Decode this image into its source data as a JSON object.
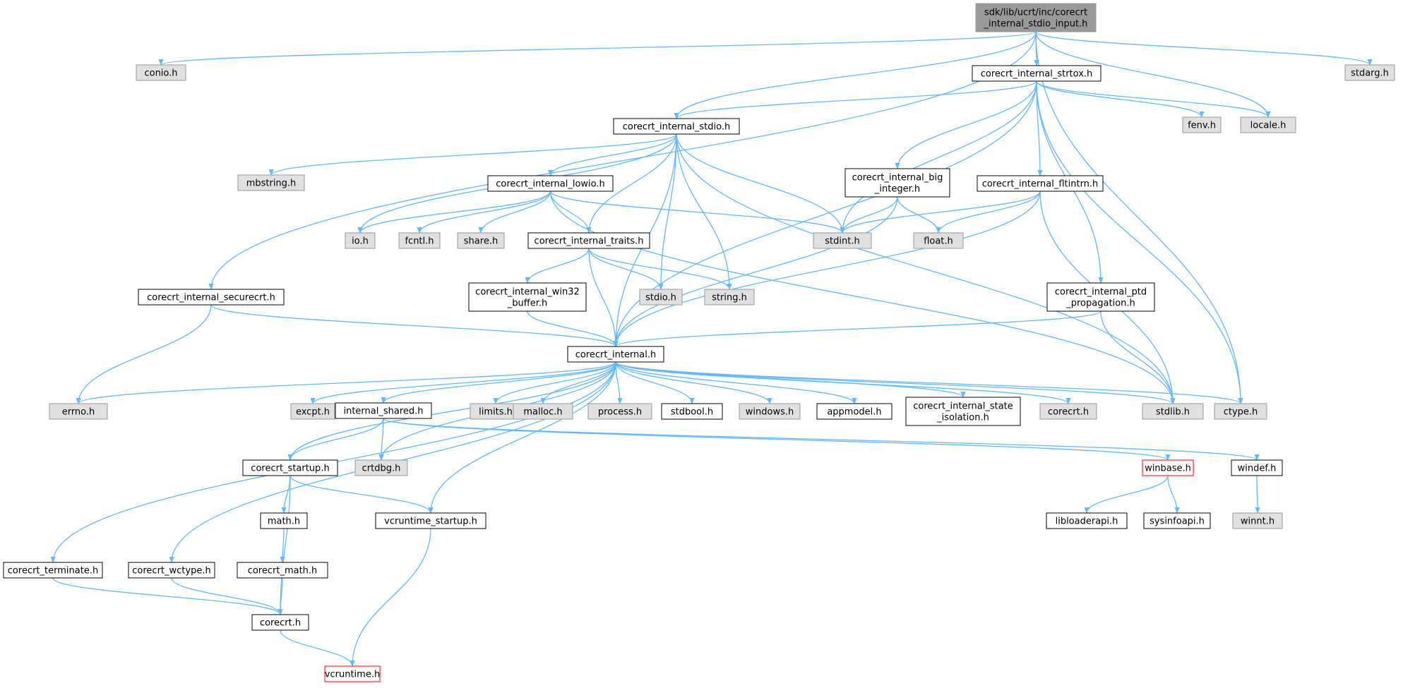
{
  "colors": {
    "edge": "#63b8ff",
    "external_fill": "#e0e0e0",
    "external_border": "#999999",
    "normal_fill": "#ffffff",
    "normal_border": "#000000",
    "root_fill": "#999999",
    "missing_border": "#ff0000"
  },
  "nodes": [
    {
      "id": "root",
      "label": [
        "sdk/lib/ucrt/inc/corecrt",
        "_internal_stdio_input.h"
      ],
      "kind": "root"
    },
    {
      "id": "conio",
      "label": [
        "conio.h"
      ],
      "kind": "external"
    },
    {
      "id": "strtox",
      "label": [
        "corecrt_internal_strtox.h"
      ],
      "kind": "normal"
    },
    {
      "id": "stdarg",
      "label": [
        "stdarg.h"
      ],
      "kind": "external"
    },
    {
      "id": "stdio_int",
      "label": [
        "corecrt_internal_stdio.h"
      ],
      "kind": "normal"
    },
    {
      "id": "fenv",
      "label": [
        "fenv.h"
      ],
      "kind": "external"
    },
    {
      "id": "locale",
      "label": [
        "locale.h"
      ],
      "kind": "external"
    },
    {
      "id": "mbstring",
      "label": [
        "mbstring.h"
      ],
      "kind": "external"
    },
    {
      "id": "lowio",
      "label": [
        "corecrt_internal_lowio.h"
      ],
      "kind": "normal"
    },
    {
      "id": "big_integer",
      "label": [
        "corecrt_internal_big",
        "_integer.h"
      ],
      "kind": "normal"
    },
    {
      "id": "fltintrn",
      "label": [
        "corecrt_internal_fltintrn.h"
      ],
      "kind": "normal"
    },
    {
      "id": "io",
      "label": [
        "io.h"
      ],
      "kind": "external"
    },
    {
      "id": "fcntl",
      "label": [
        "fcntl.h"
      ],
      "kind": "external"
    },
    {
      "id": "share",
      "label": [
        "share.h"
      ],
      "kind": "external"
    },
    {
      "id": "traits",
      "label": [
        "corecrt_internal_traits.h"
      ],
      "kind": "normal"
    },
    {
      "id": "stdint",
      "label": [
        "stdint.h"
      ],
      "kind": "external"
    },
    {
      "id": "float",
      "label": [
        "float.h"
      ],
      "kind": "external"
    },
    {
      "id": "securecrt",
      "label": [
        "corecrt_internal_securecrt.h"
      ],
      "kind": "normal"
    },
    {
      "id": "win32buf",
      "label": [
        "corecrt_internal_win32",
        "_buffer.h"
      ],
      "kind": "normal"
    },
    {
      "id": "stdio",
      "label": [
        "stdio.h"
      ],
      "kind": "external"
    },
    {
      "id": "string",
      "label": [
        "string.h"
      ],
      "kind": "external"
    },
    {
      "id": "ptd",
      "label": [
        "corecrt_internal_ptd",
        "_propagation.h"
      ],
      "kind": "normal"
    },
    {
      "id": "internal",
      "label": [
        "corecrt_internal.h"
      ],
      "kind": "normal"
    },
    {
      "id": "errno",
      "label": [
        "errno.h"
      ],
      "kind": "external"
    },
    {
      "id": "excpt",
      "label": [
        "excpt.h"
      ],
      "kind": "external"
    },
    {
      "id": "shared",
      "label": [
        "internal_shared.h"
      ],
      "kind": "normal"
    },
    {
      "id": "limits",
      "label": [
        "limits.h"
      ],
      "kind": "external"
    },
    {
      "id": "malloc",
      "label": [
        "malloc.h"
      ],
      "kind": "external"
    },
    {
      "id": "process",
      "label": [
        "process.h"
      ],
      "kind": "external"
    },
    {
      "id": "stdbool",
      "label": [
        "stdbool.h"
      ],
      "kind": "normal"
    },
    {
      "id": "windows",
      "label": [
        "windows.h"
      ],
      "kind": "external"
    },
    {
      "id": "appmodel",
      "label": [
        "appmodel.h"
      ],
      "kind": "normal"
    },
    {
      "id": "state_iso",
      "label": [
        "corecrt_internal_state",
        "_isolation.h"
      ],
      "kind": "normal"
    },
    {
      "id": "corecrt_ext",
      "label": [
        "corecrt.h"
      ],
      "kind": "external"
    },
    {
      "id": "stdlib",
      "label": [
        "stdlib.h"
      ],
      "kind": "external"
    },
    {
      "id": "ctype",
      "label": [
        "ctype.h"
      ],
      "kind": "external"
    },
    {
      "id": "startup",
      "label": [
        "corecrt_startup.h"
      ],
      "kind": "normal"
    },
    {
      "id": "crtdbg",
      "label": [
        "crtdbg.h"
      ],
      "kind": "external"
    },
    {
      "id": "winbase",
      "label": [
        "winbase.h"
      ],
      "kind": "missing"
    },
    {
      "id": "windef",
      "label": [
        "windef.h"
      ],
      "kind": "normal"
    },
    {
      "id": "math",
      "label": [
        "math.h"
      ],
      "kind": "normal"
    },
    {
      "id": "vcr_startup",
      "label": [
        "vcruntime_startup.h"
      ],
      "kind": "normal"
    },
    {
      "id": "libloader",
      "label": [
        "libloaderapi.h"
      ],
      "kind": "normal"
    },
    {
      "id": "sysinfo",
      "label": [
        "sysinfoapi.h"
      ],
      "kind": "normal"
    },
    {
      "id": "winnt",
      "label": [
        "winnt.h"
      ],
      "kind": "external"
    },
    {
      "id": "terminate",
      "label": [
        "corecrt_terminate.h"
      ],
      "kind": "normal"
    },
    {
      "id": "wctype",
      "label": [
        "corecrt_wctype.h"
      ],
      "kind": "normal"
    },
    {
      "id": "cmath",
      "label": [
        "corecrt_math.h"
      ],
      "kind": "normal"
    },
    {
      "id": "corecrt",
      "label": [
        "corecrt.h"
      ],
      "kind": "normal"
    },
    {
      "id": "vcruntime",
      "label": [
        "vcruntime.h"
      ],
      "kind": "missing"
    }
  ],
  "edges": [
    [
      "root",
      "conio"
    ],
    [
      "root",
      "strtox"
    ],
    [
      "root",
      "stdarg"
    ],
    [
      "root",
      "stdio_int"
    ],
    [
      "root",
      "locale"
    ],
    [
      "root",
      "securecrt"
    ],
    [
      "root",
      "ctype"
    ],
    [
      "strtox",
      "stdio_int"
    ],
    [
      "strtox",
      "fenv"
    ],
    [
      "strtox",
      "locale"
    ],
    [
      "strtox",
      "big_integer"
    ],
    [
      "strtox",
      "fltintrn"
    ],
    [
      "strtox",
      "stdint"
    ],
    [
      "strtox",
      "internal"
    ],
    [
      "strtox",
      "ptd"
    ],
    [
      "strtox",
      "ctype"
    ],
    [
      "stdio_int",
      "mbstring"
    ],
    [
      "stdio_int",
      "lowio"
    ],
    [
      "stdio_int",
      "io"
    ],
    [
      "stdio_int",
      "traits"
    ],
    [
      "stdio_int",
      "stdint"
    ],
    [
      "stdio_int",
      "stdio"
    ],
    [
      "stdio_int",
      "string"
    ],
    [
      "stdio_int",
      "internal"
    ],
    [
      "stdio_int",
      "stdlib"
    ],
    [
      "lowio",
      "io"
    ],
    [
      "lowio",
      "fcntl"
    ],
    [
      "lowio",
      "share"
    ],
    [
      "lowio",
      "traits"
    ],
    [
      "lowio",
      "stdint"
    ],
    [
      "lowio",
      "stdlib"
    ],
    [
      "big_integer",
      "stdint"
    ],
    [
      "big_integer",
      "float"
    ],
    [
      "big_integer",
      "internal"
    ],
    [
      "fltintrn",
      "stdint"
    ],
    [
      "fltintrn",
      "float"
    ],
    [
      "fltintrn",
      "internal"
    ],
    [
      "fltintrn",
      "stdlib"
    ],
    [
      "traits",
      "win32buf"
    ],
    [
      "traits",
      "stdio"
    ],
    [
      "traits",
      "string"
    ],
    [
      "traits",
      "internal"
    ],
    [
      "securecrt",
      "errno"
    ],
    [
      "securecrt",
      "internal"
    ],
    [
      "win32buf",
      "internal"
    ],
    [
      "ptd",
      "internal"
    ],
    [
      "ptd",
      "stdlib"
    ],
    [
      "internal",
      "errno"
    ],
    [
      "internal",
      "excpt"
    ],
    [
      "internal",
      "shared"
    ],
    [
      "internal",
      "limits"
    ],
    [
      "internal",
      "malloc"
    ],
    [
      "internal",
      "process"
    ],
    [
      "internal",
      "stdbool"
    ],
    [
      "internal",
      "windows"
    ],
    [
      "internal",
      "appmodel"
    ],
    [
      "internal",
      "state_iso"
    ],
    [
      "internal",
      "corecrt_ext"
    ],
    [
      "internal",
      "stdlib"
    ],
    [
      "internal",
      "ctype"
    ],
    [
      "internal",
      "startup"
    ],
    [
      "internal",
      "crtdbg"
    ],
    [
      "internal",
      "vcr_startup"
    ],
    [
      "internal",
      "terminate"
    ],
    [
      "internal",
      "wctype"
    ],
    [
      "shared",
      "startup"
    ],
    [
      "shared",
      "crtdbg"
    ],
    [
      "shared",
      "winbase"
    ],
    [
      "shared",
      "windef"
    ],
    [
      "startup",
      "math"
    ],
    [
      "startup",
      "vcr_startup"
    ],
    [
      "startup",
      "corecrt"
    ],
    [
      "winbase",
      "libloader"
    ],
    [
      "winbase",
      "sysinfo"
    ],
    [
      "windef",
      "winnt"
    ],
    [
      "math",
      "cmath"
    ],
    [
      "vcr_startup",
      "vcruntime"
    ],
    [
      "terminate",
      "corecrt"
    ],
    [
      "wctype",
      "corecrt"
    ],
    [
      "cmath",
      "corecrt"
    ],
    [
      "corecrt",
      "vcruntime"
    ]
  ]
}
